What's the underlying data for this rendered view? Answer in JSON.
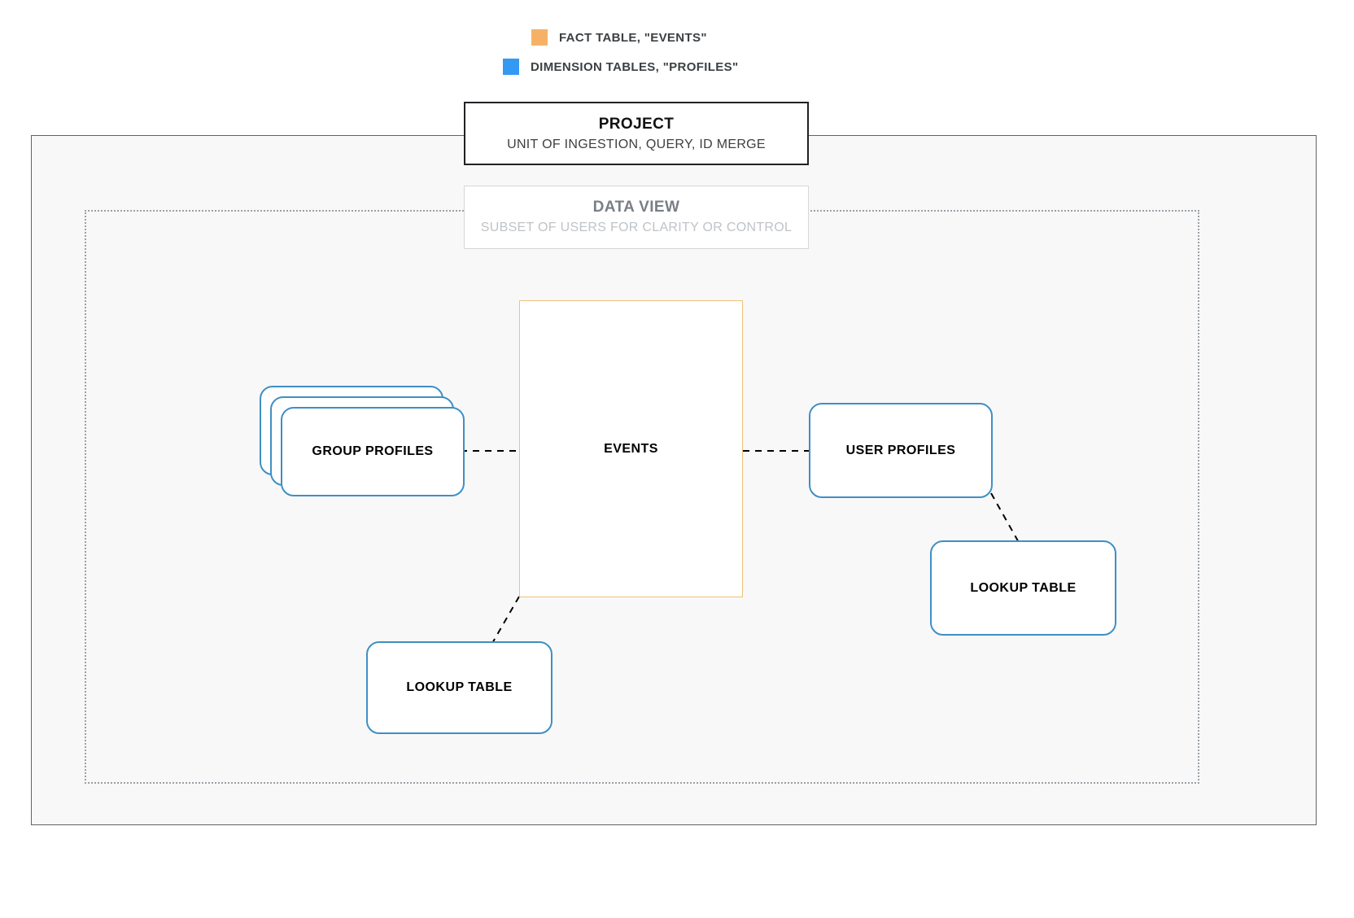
{
  "legend": {
    "items": [
      {
        "id": "fact",
        "label": "FACT TABLE, \"EVENTS\"",
        "color": "#f5b266"
      },
      {
        "id": "dimension",
        "label": "DIMENSION TABLES, \"PROFILES\"",
        "color": "#3399f3"
      }
    ]
  },
  "project": {
    "title": "PROJECT",
    "subtitle": "UNIT OF INGESTION, QUERY, ID MERGE",
    "border_color": "#202124"
  },
  "data_view": {
    "title": "DATA VIEW",
    "subtitle": "SUBSET OF USERS FOR CLARITY OR CONTROL",
    "border_color": "#d5d7da"
  },
  "nodes": {
    "events": {
      "label": "EVENTS",
      "kind": "fact",
      "color": "#eec07a"
    },
    "group_profiles": {
      "label": "GROUP PROFILES",
      "kind": "dimension",
      "color": "#3f8fc4",
      "stack_count": 3
    },
    "user_profiles": {
      "label": "USER PROFILES",
      "kind": "dimension",
      "color": "#3f8fc4"
    },
    "lookup_table_right": {
      "label": "LOOKUP TABLE",
      "kind": "dimension",
      "color": "#3f8fc4"
    },
    "lookup_table_left": {
      "label": "LOOKUP TABLE",
      "kind": "dimension",
      "color": "#3f8fc4"
    }
  },
  "connections": [
    {
      "from": "group_profiles",
      "to": "events",
      "style": "dashed"
    },
    {
      "from": "events",
      "to": "user_profiles",
      "style": "dashed"
    },
    {
      "from": "user_profiles",
      "to": "lookup_table_right",
      "style": "dashed"
    },
    {
      "from": "events",
      "to": "lookup_table_left",
      "style": "dashed"
    }
  ],
  "canvas": {
    "background": "#ffffff",
    "frame_background": "#f8f8f8"
  }
}
